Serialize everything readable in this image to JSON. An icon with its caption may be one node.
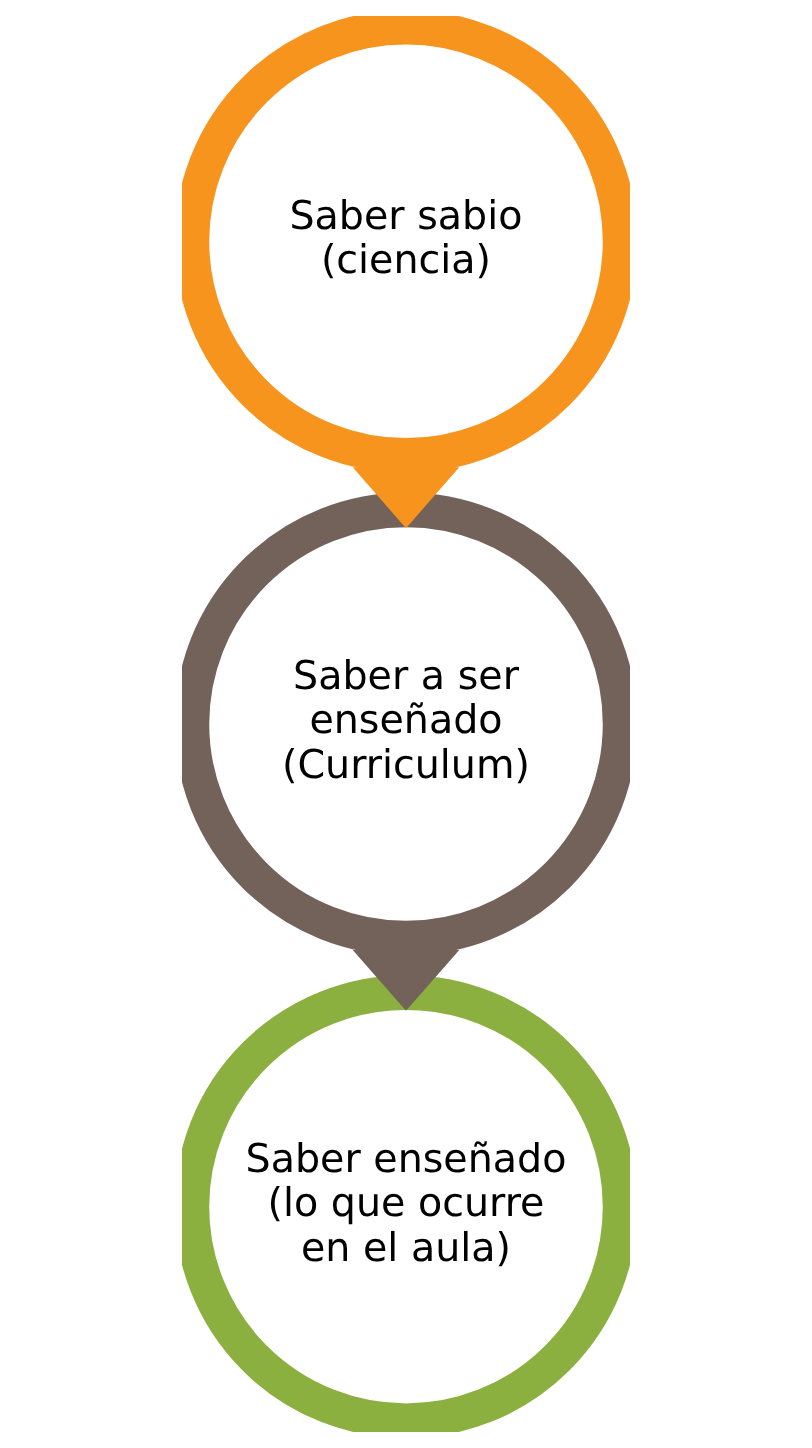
{
  "diagram": {
    "nodes": [
      {
        "text": [
          "Saber sabio (ciencia)"
        ]
      },
      {
        "text": [
          "Saber a ser enseñado (Curriculum)"
        ]
      },
      {
        "text": [
          "Saber enseñado (lo que ocurre en el aula)"
        ]
      }
    ],
    "edges": [
      {
        "from": 0,
        "to": 1,
        "arrow": "to",
        "color": "#f7941d",
        "style": "thick"
      },
      {
        "from": 1,
        "to": 2,
        "arrow": "to",
        "color": "#72625a",
        "style": "thick"
      }
    ]
  }
}
